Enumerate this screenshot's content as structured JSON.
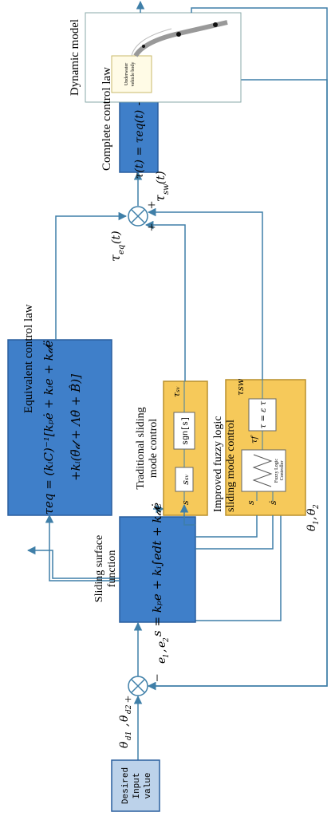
{
  "input": {
    "l1": "Desired",
    "l2": "Input",
    "l3": "value"
  },
  "labels": {
    "theta_d": "θ",
    "theta_d_sub": "d1",
    "theta_d2": "θ",
    "theta_d2_sub": "d2",
    "e_label": "e",
    "e_sub1": "1",
    "e_label2": "e",
    "e_sub2": "2",
    "theta_fb": "θ",
    "theta_fb_sub1": "1",
    "theta_fb2": "θ",
    "theta_fb_sub2": "2",
    "plus_left": "+",
    "minus_left": "−",
    "plus_b1": "+",
    "plus_b2": "+",
    "tau_eq": "τ",
    "tau_eq_sub": "eq",
    "tau_eq_t": "(t)",
    "tau_sw": "τ",
    "tau_sw_sub": "sw",
    "tau_sw_t": "(t)"
  },
  "sliding_surface": {
    "title1": "Sliding surface",
    "title2": "function",
    "formula": "s = kₚe + kᵢ∫edt + k𝒹ė"
  },
  "equivalent": {
    "title": "Equivalent control law",
    "f1": "τeq = (kᵢC)⁻¹[kₚė + kᵢe + k𝒹ë",
    "f2": "+kᵢ(θ̈𝒹 + Λθ̇ + B̂)]"
  },
  "traditional": {
    "title1": "Traditional sliding",
    "title2": "mode control",
    "s_in": "s",
    "block1": "sₛᵥ",
    "block2": "sgn[s]",
    "out": "τₛᵥ"
  },
  "fuzzy": {
    "title1": "Improved fuzzy logic",
    "title2": "sliding mode control",
    "s_in": "s",
    "sdot_in": "ṡ",
    "flc1": "Fuzzy Logic",
    "flc2": "Controller",
    "tau_f": "τf",
    "block": "τ = ε τ",
    "out": "τsw"
  },
  "complete": {
    "title": "Complete control law",
    "formula": "τ(t) = τeq(t) + τsw(t)"
  },
  "dynamic": {
    "title": "Dynamic model",
    "body1": "Underwater",
    "body2": "vehicle body"
  },
  "colors": {
    "blue": "#3f7fc9",
    "blue_border": "#2a5f9e",
    "yellow": "#f6c95a",
    "yellow_border": "#b8902e",
    "line": "#3f7fa8"
  }
}
